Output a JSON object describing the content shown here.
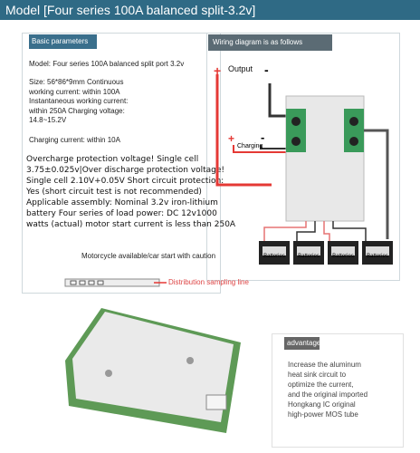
{
  "banner": {
    "title": "Model [Four series 100A balanced split-3.2v]"
  },
  "basic": {
    "header": "Basic parameters",
    "model": "Model: Four series 100A balanced split port 3.2v",
    "size": "Size: 56*86*9mm Continuous",
    "working": "working current: within 100A",
    "instant": "Instantaneous working current:",
    "charging_voltage": "within 250A Charging voltage:",
    "voltage_range": "14.8~15.2V",
    "charging_current": "Charging current: within 10A"
  },
  "protection": {
    "lines": [
      "Overcharge protection voltage! Single cell",
      "3.75±0.025v|Over discharge protection voltage!",
      "Single cell 2.10V+0.05V Short circuit protection:",
      "Yes (short circuit test is not recommended)",
      "Applicable assembly: Nominal 3.2v iron-lithium",
      "battery Four series of load power: DC 12v1000",
      "watts (actual) motor start current is less than 250A"
    ]
  },
  "caption": "Motorcycle available/car start with caution",
  "wiring": {
    "header": "Wiring diagram is as follows",
    "output": "Output",
    "charging": "Charging",
    "plus": "+",
    "minus": "-",
    "battery_label": "Batteries"
  },
  "sampling_label": "Distribution sampling line",
  "advantage": {
    "header": "advantage",
    "lines": [
      "Increase the aluminum",
      "heat sink circuit to",
      "optimize the current,",
      "and the original imported",
      "Hongkang IC original",
      "high-power MOS tube"
    ]
  },
  "colors": {
    "banner": "#2f6a85",
    "plus": "#e53935",
    "board": "#e8e8e8"
  }
}
